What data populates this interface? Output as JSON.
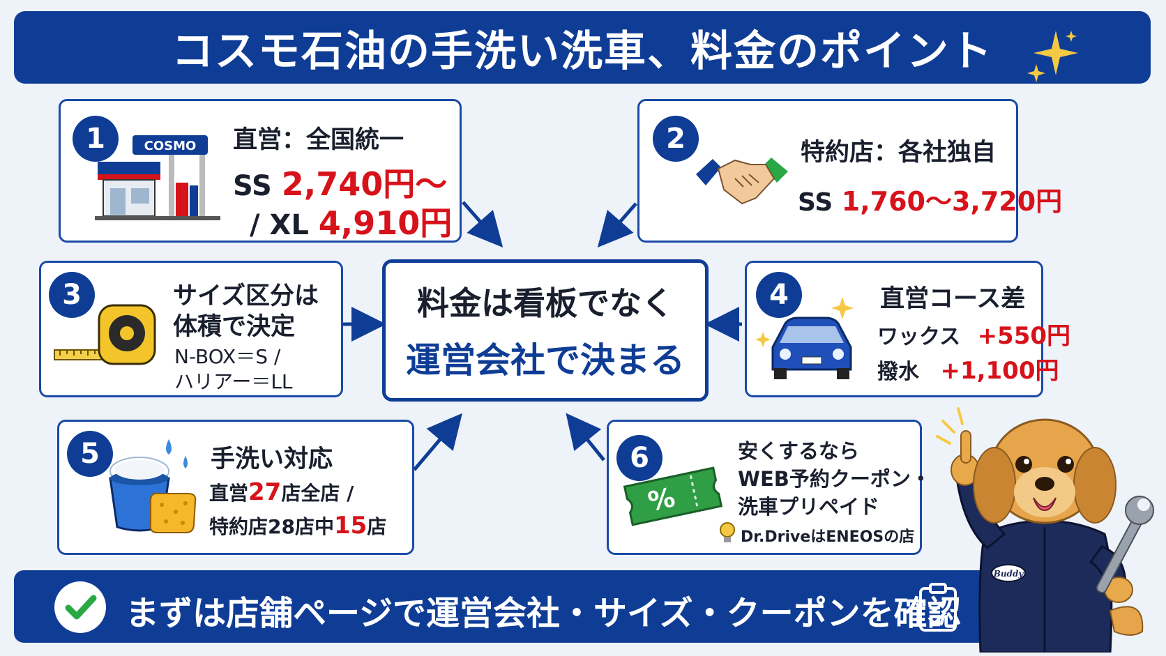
{
  "title": "コスモ石油の手洗い洗車、料金のポイント",
  "cards": {
    "c1": {
      "number": "1",
      "logo": "COSMO",
      "heading": "直営：全国統一",
      "line1_prefix": "SS ",
      "line1_price": "2,740円〜",
      "line2_prefix": "/ XL ",
      "line2_price": "4,910円"
    },
    "c2": {
      "number": "2",
      "heading": "特約店：各社独自",
      "line1_prefix": "SS ",
      "line1_price": "1,760〜3,720円"
    },
    "c3": {
      "number": "3",
      "heading1": "サイズ区分は",
      "heading2": "体積で決定",
      "line1": "N-BOX＝S /",
      "line2": "ハリアー＝LL"
    },
    "c4": {
      "number": "4",
      "heading": "直営コース差",
      "row1_label": "ワックス",
      "row1_price": "+550円",
      "row2_label": "撥水",
      "row2_price": "+1,100円"
    },
    "c5": {
      "number": "5",
      "heading": "手洗い対応",
      "l1_a": "直営",
      "l1_b": "27",
      "l1_c": "店全店 /",
      "l2_a": "特約店28店中",
      "l2_b": "15",
      "l2_c": "店"
    },
    "c6": {
      "number": "6",
      "line1": "安くするなら",
      "line2": "WEB予約クーポン・",
      "line3": "洗車プリペイド",
      "ticket_symbol": "%",
      "note": "Dr.DriveはENEOSの店"
    }
  },
  "center": {
    "line1": "料金は看板でなく",
    "line2": "運営会社で決まる"
  },
  "bottom": {
    "text": "まずは店舗ページで運営会社・サイズ・クーポンを確認"
  },
  "mascot": {
    "badge": "Buddy"
  },
  "colors": {
    "navy": "#0f3d96",
    "red": "#d6121a",
    "green": "#2aa845",
    "bg": "#eef3f9"
  },
  "icons": [
    "sparkle-icon",
    "gas-station-icon",
    "handshake-icon",
    "tape-measure-icon",
    "car-icon",
    "bucket-icon",
    "sponge-icon",
    "coupon-ticket-icon",
    "lightbulb-icon",
    "check-icon",
    "clipboard-icon",
    "wrench-icon"
  ]
}
